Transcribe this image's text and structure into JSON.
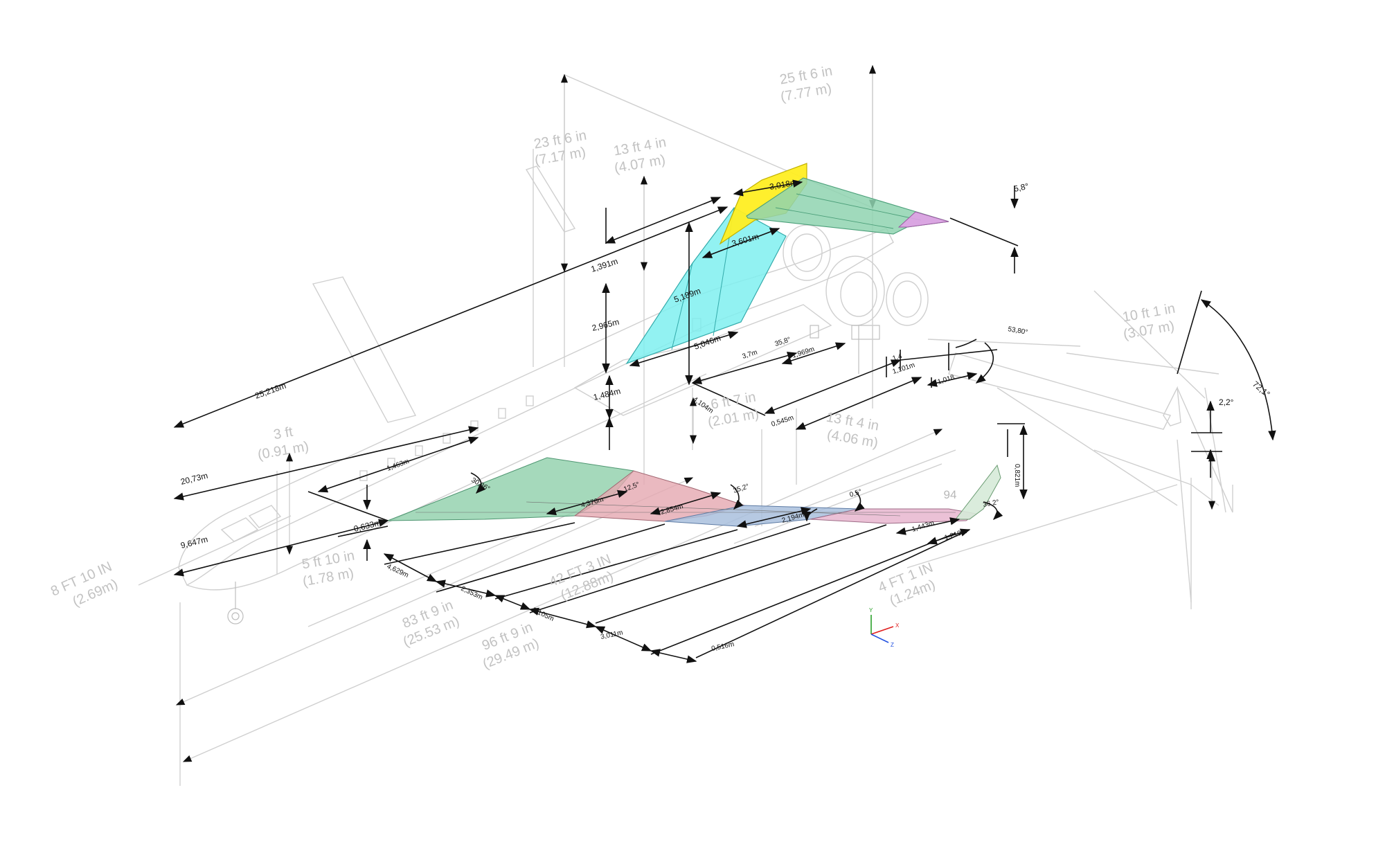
{
  "colors": {
    "ghost": "#cfcfcf",
    "dimension": "#111111",
    "wing_root": "#8fcfaa",
    "wing_mid": "#e5a8b0",
    "wing_outer": "#a9c0dd",
    "wing_tip": "#e7b6cf",
    "fin": "#7ff0f0",
    "fin_top": "#ffee22",
    "stabilizer": "#8fd4b0",
    "stabilizer_tip": "#e0a0e6"
  },
  "imperial_labels": {
    "height_total": {
      "ft": "25 ft 6 in",
      "m": "(7.77 m)"
    },
    "height_tail_a": {
      "ft": "23 ft 6 in",
      "m": "(7.17 m)"
    },
    "stab_span": {
      "ft": "13 ft 4 in",
      "m": "(4.07 m)"
    },
    "fuselage_width": {
      "ft": "3 ft",
      "m": "(0.91 m)"
    },
    "cabin_height": {
      "ft": "5 ft 10 in",
      "m": "(1.78 m)"
    },
    "overall_height": {
      "ft": "8 FT 10 IN",
      "m": "(2.69m)"
    },
    "length_a": {
      "ft": "83 ft 9 in",
      "m": "(25.53 m)"
    },
    "length_b": {
      "ft": "96 ft 9 in",
      "m": "(29.49 m)"
    },
    "mid_length": {
      "ft": "42 FT 3 IN",
      "m": "(12.88m)"
    },
    "cabin_length": {
      "ft": "6 ft 7 in",
      "m": "(2.01 m)"
    },
    "tail_span": {
      "ft": "13 ft 4 in",
      "m": "(4.06 m)"
    },
    "tip_span": {
      "ft": "4 FT 1 IN",
      "m": "(1.24m)"
    },
    "rear_height": {
      "ft": "10 ft 1 in",
      "m": "(3.07 m)"
    },
    "small_number": "94"
  },
  "dimensions": {
    "fin_top_chord": "3,018m",
    "fin_mid_chord": "3,601m",
    "fin_height_b": "1,391m",
    "fin_height_total": "5,189m",
    "fin_height_mid": "2,965m",
    "fin_root_chord": "5,046m",
    "fin_base": "1,484m",
    "tail_length": "25,218m",
    "stab_dihedral": "5,8°",
    "stab_c1": "3,7m",
    "stab_c2": "4,104m",
    "stab_c3": "1,969m",
    "stab_c4": "0,545m",
    "stab_angle": "35,8°",
    "rear_a": "1,4",
    "rear_b": "1,101m",
    "rear_c": "1,018",
    "rear_angle": "53,80°",
    "wing_len_a": "20,73m",
    "wing_len_b": "9,647m",
    "wing_root_chord": "1,463m",
    "wing_sweep": "30,36°",
    "wing_thick": "0,633m",
    "wing_s1": "4,376m",
    "wing_s2": "2,854m",
    "wing_s3": "2,194m",
    "wing_s4": "4,629m",
    "wing_s5": "2,353m",
    "wing_s6": "3,105m",
    "wing_s7": "3,011m",
    "wing_s8": "0,516m",
    "wing_angle_a": "12,5°",
    "wing_angle_b": "35,2°",
    "wing_angle_c": "0,5°",
    "wing_tip_a": "1,443m",
    "wing_tip_b": "1,219m",
    "wing_tip_angle": "36,2°",
    "winglet": "0,821m",
    "rear_sweep": "72,1°",
    "rear_small": "2,2°"
  },
  "axis": {
    "x": "X",
    "y": "Y",
    "z": "Z"
  }
}
